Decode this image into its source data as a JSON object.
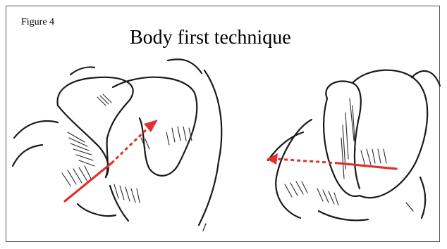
{
  "figure": {
    "label": "Figure 4",
    "title": "Body first technique"
  },
  "colors": {
    "arrow": "#e03030",
    "ink": "#1a1a1a",
    "border": "#555555"
  },
  "icons": {
    "left_arrow": "dotted-arrow-up-right",
    "right_arrow": "dotted-arrow-left"
  }
}
